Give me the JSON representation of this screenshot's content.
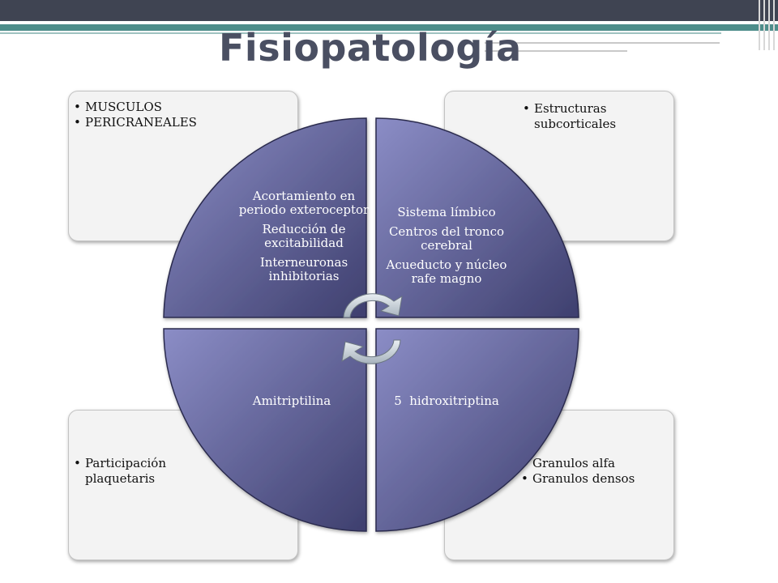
{
  "slide": {
    "title": "Fisiopatología"
  },
  "panels": {
    "top_left": {
      "items": [
        "MUSCULOS",
        "PERICRANEALES"
      ]
    },
    "top_right": {
      "items": [
        "Estructuras subcorticales"
      ]
    },
    "bottom_left": {
      "items": [
        "Participación plaquetaris"
      ]
    },
    "bottom_right": {
      "items": [
        "Granulos alfa",
        "Granulos densos"
      ]
    }
  },
  "quadrants": {
    "top_left": {
      "lines": [
        "Acortamiento en periodo exteroceptor",
        "Reducción de excitabilidad",
        "Interneuronas inhibitorias"
      ]
    },
    "top_right": {
      "lines": [
        "Sistema límbico",
        "Centros del tronco cerebral",
        "Acueducto y núcleo rafe magno"
      ]
    },
    "bottom_left": {
      "lines": [
        "Amitriptilina"
      ]
    },
    "bottom_right": {
      "lines": [
        "5  hidroxitriptina"
      ]
    }
  },
  "colors": {
    "quadrant_fill_light": "#8b8dc6",
    "quadrant_fill_dark": "#3e3f6e",
    "panel_fill": "#f3f3f3",
    "header_bar": "#3f4452",
    "accent_teal": "#4d8d8a",
    "title_color": "#4a4f62"
  }
}
